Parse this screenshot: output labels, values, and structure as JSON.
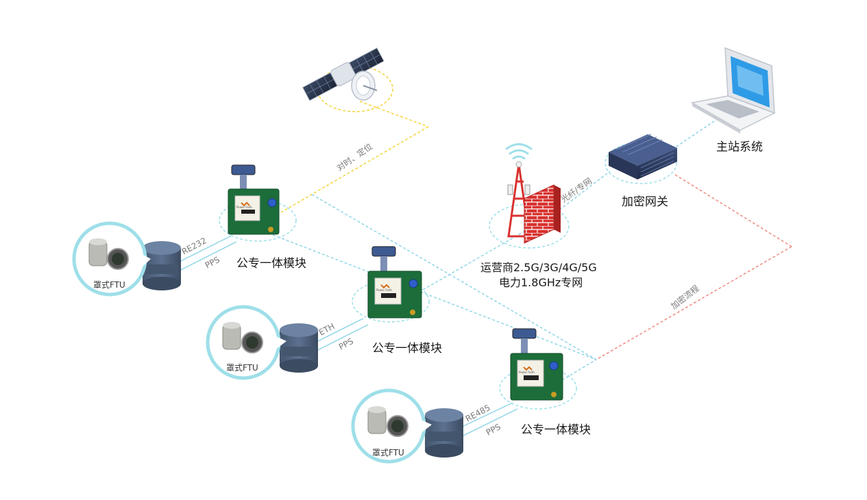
{
  "labels": {
    "master_station": "主站系统",
    "gateway": "加密网关",
    "operator_net_line1": "运营商2.5G/3G/4G/5G",
    "operator_net_line2": "电力1.8GHz专网",
    "module_1": "公专一体模块",
    "module_2": "公专一体模块",
    "module_3": "公专一体模块",
    "ftu_1": "罩式FTU",
    "ftu_2": "罩式FTU",
    "ftu_3": "罩式FTU"
  },
  "links": {
    "timing": "对时、定位",
    "fiber": "光纤/专网",
    "encrypted": "加密流程",
    "if_1": "RE232",
    "pps_1": "PPS",
    "if_2": "ETH",
    "pps_2": "PPS",
    "if_3": "RE485",
    "pps_3": "PPS"
  },
  "board_brand": "Power Faith",
  "colors": {
    "dashed_blue": "#8fd5e6",
    "dashed_yellow": "#f5d43c",
    "dashed_red": "#f08a80",
    "ring": "#9edfe9",
    "board_green": "#1c6d3a"
  }
}
